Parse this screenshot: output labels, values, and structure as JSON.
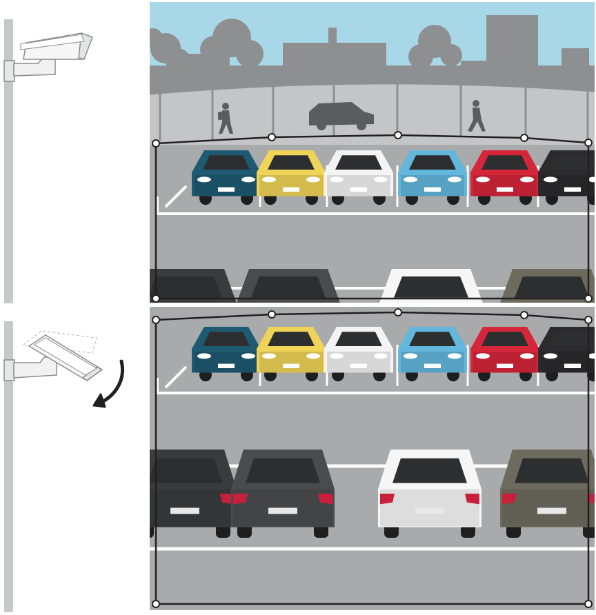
{
  "figure": {
    "panels": [
      {
        "id": "top",
        "camera_state": "level",
        "view": "parking-lot-with-background"
      },
      {
        "id": "bottom",
        "camera_state": "tilted-down",
        "view": "parking-lot-zoomed-to-ground"
      }
    ],
    "colors": {
      "sky": "#a8d8e8",
      "skyline": "#8e8f91",
      "fence": "#c4c5c7",
      "asphalt": "#a9aaac",
      "pole": "#c7c8ca",
      "line": "#ffffff",
      "overlay": "#231f20"
    },
    "cars_row_back": [
      {
        "color": "#1f5a73",
        "name": "teal-car"
      },
      {
        "color": "#f0d458",
        "name": "yellow-car"
      },
      {
        "color": "#f4f4f4",
        "name": "white-car"
      },
      {
        "color": "#63b7dc",
        "name": "blue-car"
      },
      {
        "color": "#d6263a",
        "name": "red-car"
      },
      {
        "color": "#2b2b2d",
        "name": "black-car"
      }
    ],
    "cars_row_front": [
      {
        "color": "#3a3b3d",
        "name": "dark-car-left"
      },
      {
        "color": "#4a4b4e",
        "name": "grey-car"
      },
      {
        "color": "#f6f6f6",
        "name": "white-car-front"
      },
      {
        "color": "#6d6a5e",
        "name": "olive-car"
      }
    ],
    "icons": [
      "camera-level-icon",
      "camera-tilted-icon",
      "tilt-arrow-icon",
      "pedestrian-icon",
      "parked-car-silhouette-icon"
    ]
  }
}
